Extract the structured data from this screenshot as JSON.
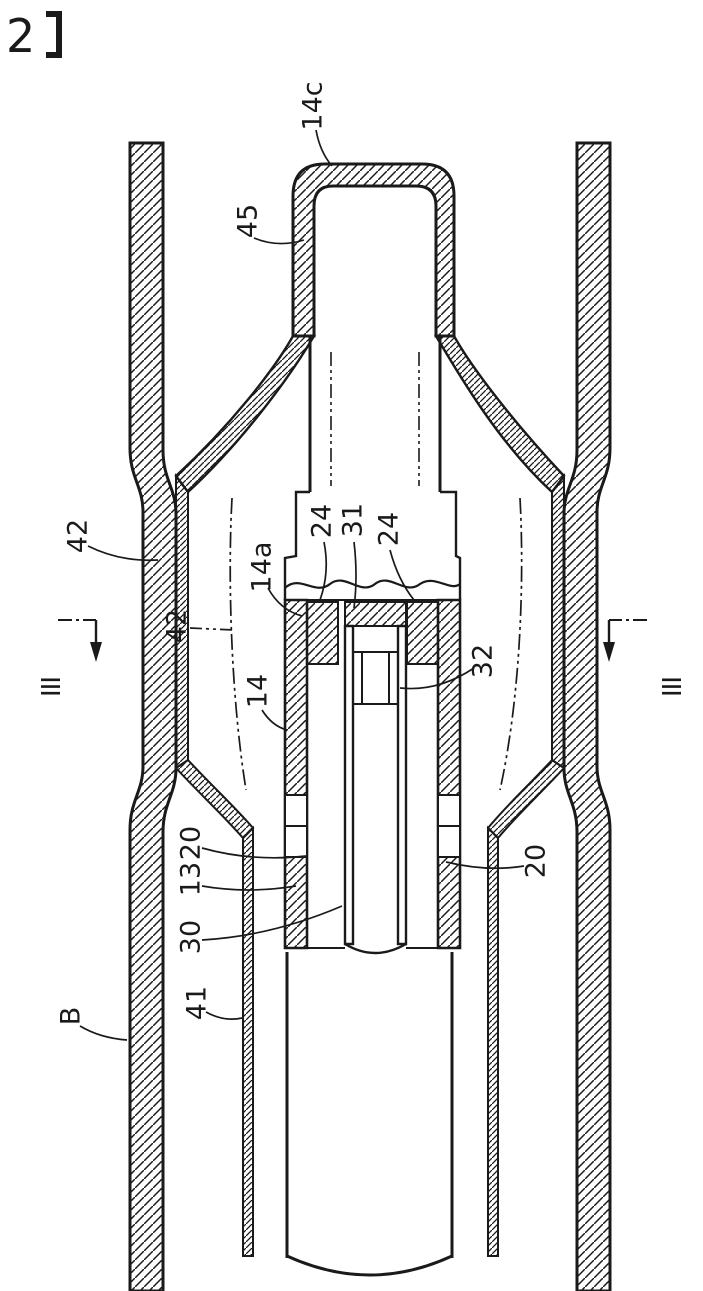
{
  "figure": {
    "number": "2",
    "bracket": "】"
  },
  "colors": {
    "ink": "#1a1a1a",
    "paper": "#ffffff"
  },
  "section_markers": {
    "left": "III",
    "right": "III"
  },
  "labels": {
    "l14c": "14c",
    "l45": "45",
    "l42_upper": "42",
    "l42_phantom": "42",
    "l14a": "14a",
    "l24_left": "24",
    "l31": "31",
    "l24_right": "24",
    "l14": "14",
    "l32": "32",
    "l20_left": "20",
    "l13": "13",
    "l30": "30",
    "l20_right": "20",
    "l41": "41",
    "lB": "B"
  }
}
